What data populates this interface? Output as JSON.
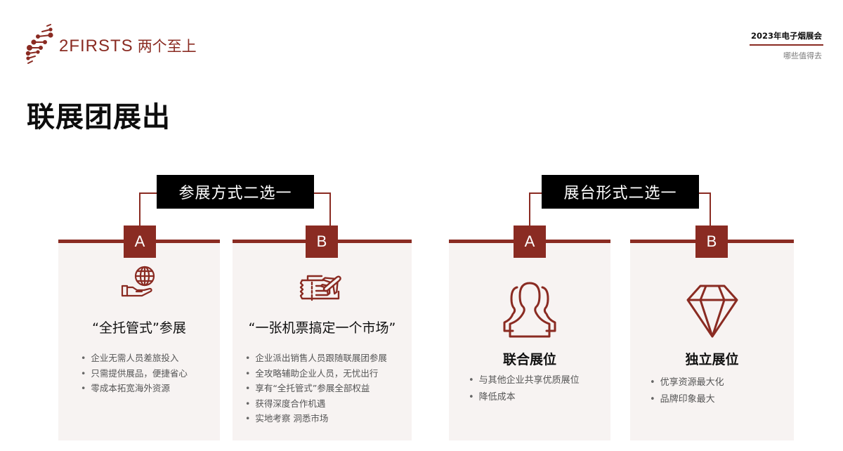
{
  "header": {
    "logo": {
      "brand_en": "2FIRSTS",
      "brand_cn": "两个至上"
    },
    "top_right": {
      "title": "2023年电子烟展会",
      "subtitle": "哪些值得去"
    }
  },
  "page_title": "联展团展出",
  "colors": {
    "accent": "#8a2b22",
    "card_bg": "#f7f3f2",
    "label_bg": "#000000"
  },
  "groups": [
    {
      "label": "参展方式二选一",
      "options": [
        {
          "badge": "A",
          "icon": "globe-in-hand-icon",
          "title": "“全托管式”参展",
          "bullets": [
            "企业无需人员差旅投入",
            "只需提供展品，便捷省心",
            "零成本拓宽海外资源"
          ]
        },
        {
          "badge": "B",
          "icon": "plane-ticket-icon",
          "title": "“一张机票搞定一个市场”",
          "bullets": [
            "企业派出销售人员跟随联展团参展",
            "全攻略辅助企业人员，无忧出行",
            "享有“全托管式”参展全部权益",
            "获得深度合作机遇",
            "实地考察 洞悉市场"
          ]
        }
      ]
    },
    {
      "label": "展台形式二选一",
      "options": [
        {
          "badge": "A",
          "icon": "people-group-icon",
          "title": "联合展位",
          "bullets": [
            "与其他企业共享优质展位",
            "降低成本"
          ]
        },
        {
          "badge": "B",
          "icon": "diamond-icon",
          "title": "独立展位",
          "bullets": [
            "优享资源最大化",
            "品牌印象最大"
          ]
        }
      ]
    }
  ]
}
